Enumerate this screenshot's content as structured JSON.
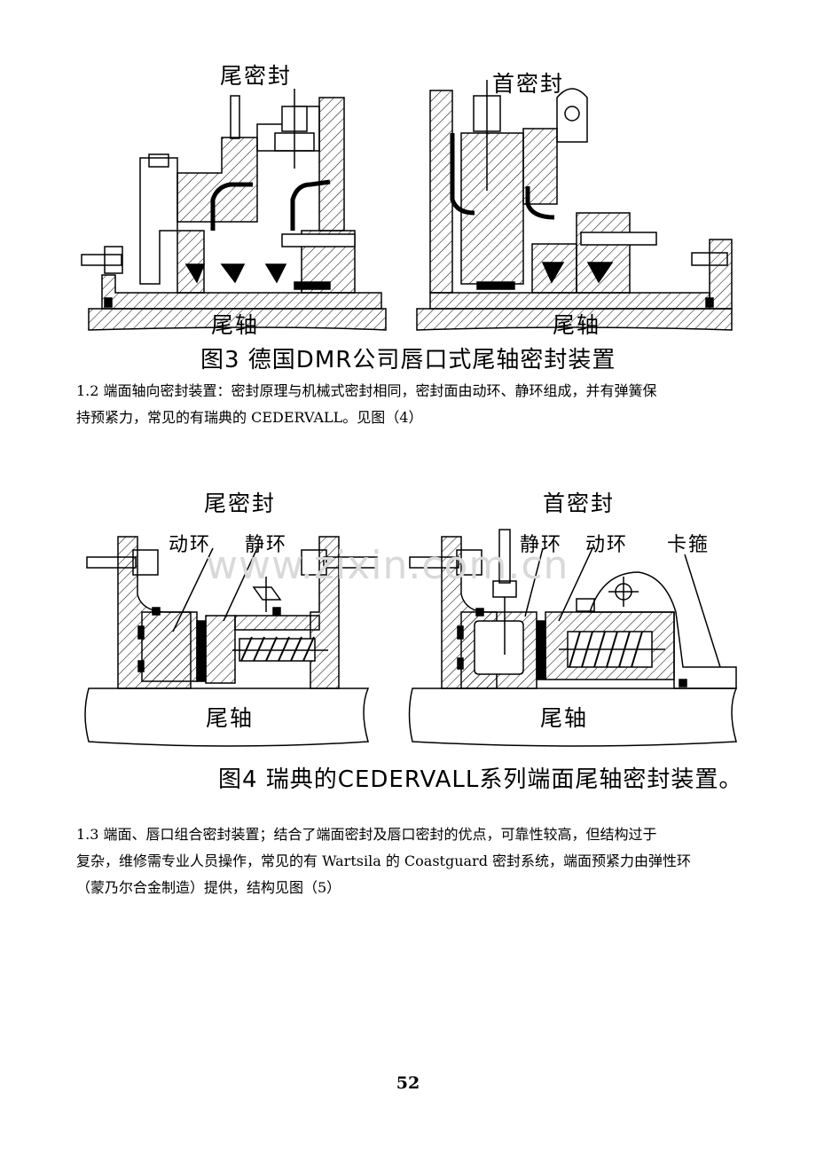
{
  "figure3": {
    "label_left_top": "尾密封",
    "label_right_top": "首密封",
    "label_left_bottom": "尾轴",
    "label_right_bottom": "尾轴",
    "caption": "图3 德国DMR公司唇口式尾轴密封装置"
  },
  "section_1_2": {
    "line1": "1.2 端面轴向密封装置：密封原理与机械式密封相同，密封面由动环、静环组成，并有弹簧保",
    "line2": "持预紧力，常见的有瑞典的 CEDERVALL。见图（4）"
  },
  "figure4": {
    "label_left_top": "尾密封",
    "label_right_top": "首密封",
    "left_moving_ring": "动环",
    "left_static_ring": "静环",
    "right_static_ring": "静环",
    "right_moving_ring": "动环",
    "right_clamp": "卡箍",
    "label_left_shaft": "尾轴",
    "label_right_shaft": "尾轴",
    "caption": "图4 瑞典的CEDERVALL系列端面尾轴密封装置。"
  },
  "watermark": "www.zixin.com.cn",
  "section_1_3": {
    "line1": "1.3 端面、唇口组合密封装置；结合了端面密封及唇口密封的优点，可靠性较高，但结构过于",
    "line2": "复杂，维修需专业人员操作，常见的有 Wartsila 的 Coastguard 密封系统，端面预紧力由弹性环",
    "line3": "（蒙乃尔合金制造）提供，结构见图（5）"
  },
  "page_number": "52"
}
